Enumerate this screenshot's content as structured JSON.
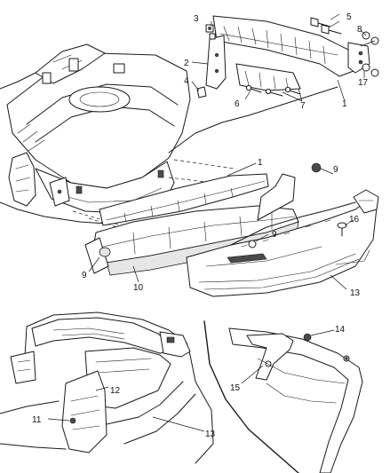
{
  "callouts": {
    "c1_top": "1",
    "c1_mid": "1",
    "c2": "2",
    "c3": "3",
    "c4": "4",
    "c5": "5",
    "c6": "6",
    "c7": "7",
    "c8": "8",
    "c9_right": "9",
    "c9_center": "9",
    "c9_left": "9",
    "c10": "10",
    "c11": "11",
    "c12": "12",
    "c13_main": "13",
    "c13_inset": "13",
    "c14": "14",
    "c15": "15",
    "c16": "16",
    "c17": "17"
  }
}
